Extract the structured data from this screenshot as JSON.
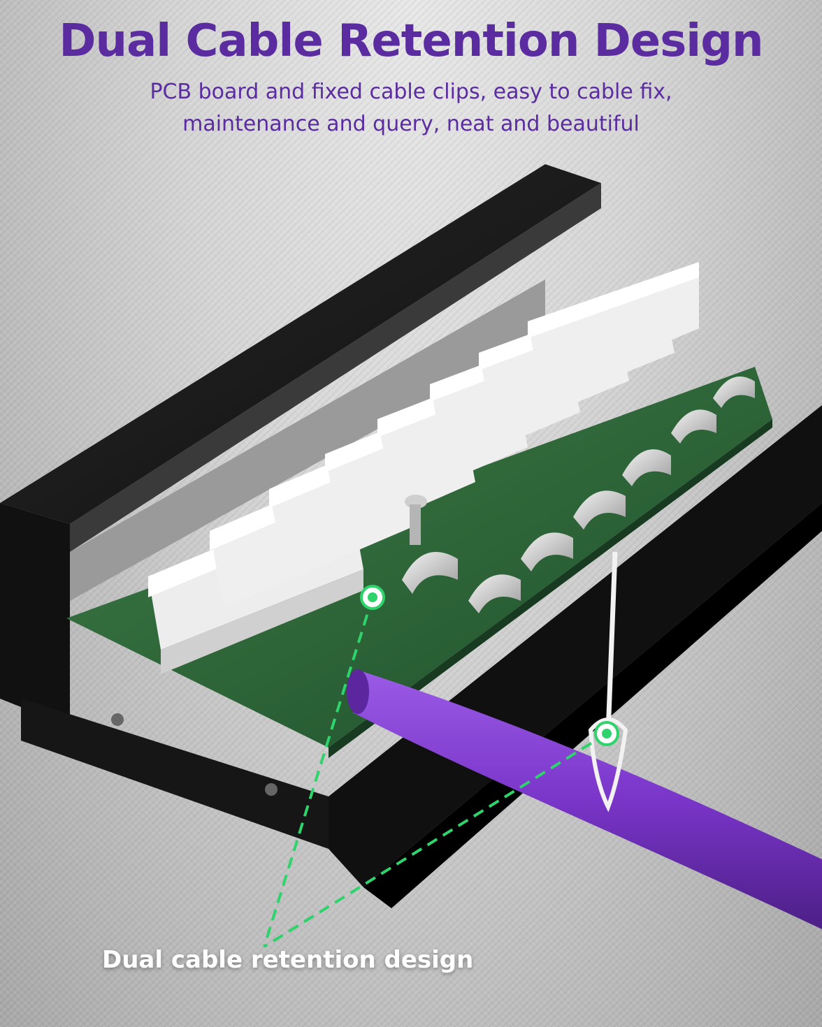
{
  "header": {
    "title": "Dual Cable Retention Design",
    "subtitle_line1": "PCB board and fixed cable clips, easy to cable fix,",
    "subtitle_line2": "maintenance and query, neat and beautiful"
  },
  "callout": {
    "label": "Dual cable retention design"
  },
  "colors": {
    "title": "#5b2ca0",
    "cable": "#7a35c9",
    "callout_line": "#2fd36b",
    "panel": "#1b1b1b",
    "pcb": "#2f6b3a",
    "module": "#f3f3f3"
  }
}
